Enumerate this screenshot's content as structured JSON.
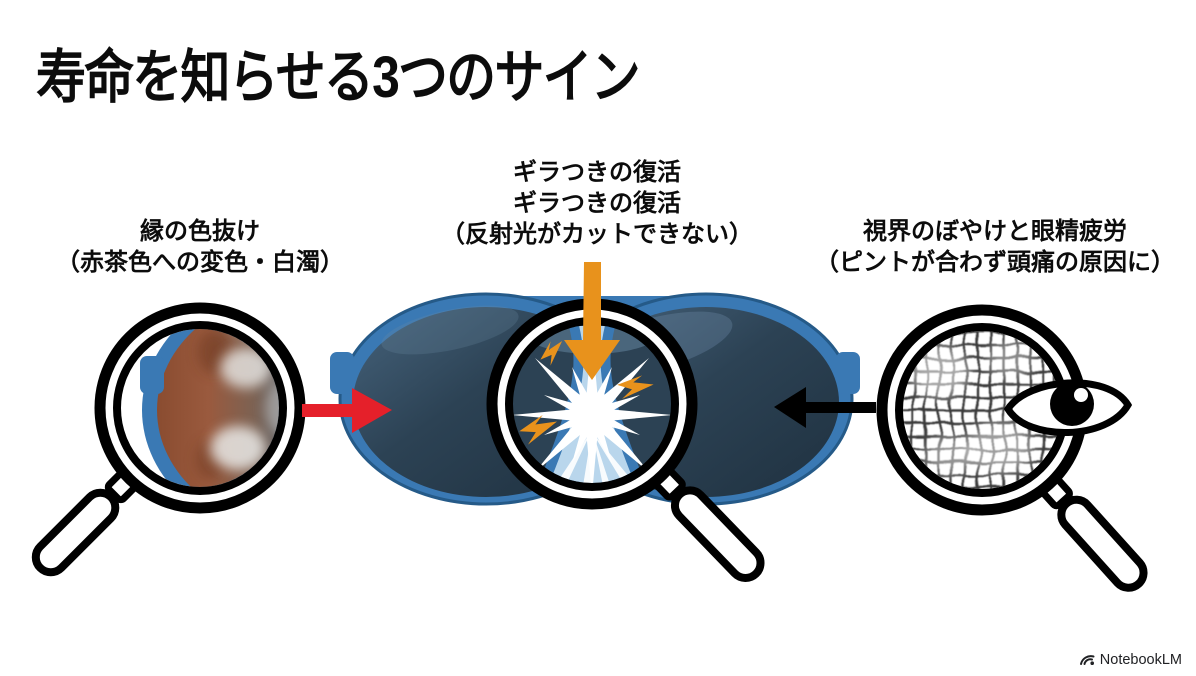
{
  "title": "寿命を知らせる3つのサイン",
  "signs": [
    {
      "name": "lens-edge-discoloration",
      "label_lines": [
        "縁の色抜け",
        "（赤茶色への変色・白濁）"
      ],
      "arrow": {
        "color": "#e5202a",
        "direction": "right"
      }
    },
    {
      "name": "glare-return",
      "label_lines": [
        "ギラつきの復活",
        "ギラつきの復活",
        "（反射光がカットできない）"
      ],
      "arrow": {
        "color": "#e8921c",
        "direction": "down"
      }
    },
    {
      "name": "blur-and-eye-strain",
      "label_lines": [
        "視界のぼやけと眼精疲労",
        "（ピントが合わず頭痛の原因に）"
      ],
      "arrow": {
        "color": "#000000",
        "direction": "left"
      }
    }
  ],
  "watermark": {
    "brand": "NotebookLM"
  },
  "icons": {
    "magnifier": "magnifying-glass",
    "eye": "eye",
    "lightning": "lightning-bolt ⚡",
    "glare": "starburst ✦",
    "brand_logo": "notebooklm-swirl"
  },
  "colors": {
    "ink": "#0c0c0c",
    "accent_red": "#e5202a",
    "accent_orange": "#e8921c",
    "frame_blue": "#3a79b4",
    "frame_blue_dark": "#255a88",
    "lens_dark": "#2c4254",
    "lens_light": "#46637c",
    "bridge_light_blue": "#b9d6ec",
    "discolor_brown": "#9a5a3e",
    "cloud_gray": "#d9dcdd",
    "grid_gray": "#3a3a3a",
    "watermark_gray": "#202124",
    "background": "#ffffff"
  }
}
